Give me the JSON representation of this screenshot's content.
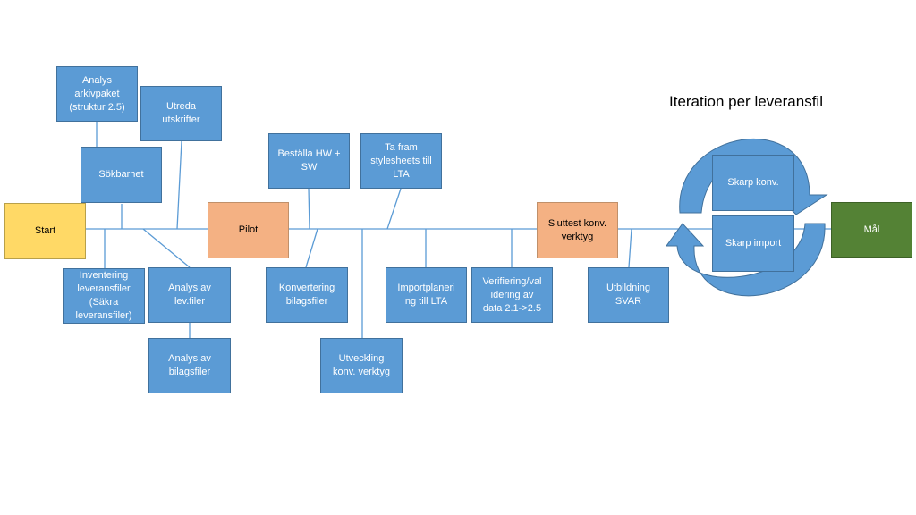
{
  "title": "Iteration per leveransfil",
  "nodes": {
    "start": "Start",
    "pilot": "Pilot",
    "sluttest": "Sluttest konv.\nverktyg",
    "mal": "Mål",
    "analys_arkivpaket": "Analys\narkivpaket\n(struktur 2.5)",
    "utreda_utskrifter": "Utreda\nutskrifter",
    "sokbarhet": "Sökbarhet",
    "bestalla_hw_sw": "Beställa HW +\nSW",
    "ta_fram_stylesheets": "Ta fram\nstylesheets till\nLTA",
    "inventering": "Inventering\nleveransfiler\n(Säkra\nleveransfiler)",
    "analys_levfiler": "Analys av\nlev.filer",
    "analys_bilagsfiler": "Analys av\nbilagsfiler",
    "konvertering_bilagsfiler": "Konvertering\nbilagsfiler",
    "utveckling_verktyg": "Utveckling\nkonv. verktyg",
    "importplanering": "Importplaneri\nng till LTA",
    "verifiering": "Verifiering/val\nidering av\ndata 2.1->2.5",
    "utbildning": "Utbildning\nSVAR",
    "skarp_konv": "Skarp konv.",
    "skarp_import": "Skarp import"
  },
  "colors": {
    "task": "#5b9bd5",
    "start": "#ffd966",
    "milestone": "#f4b183",
    "goal": "#548235",
    "connector": "#5b9bd5"
  }
}
